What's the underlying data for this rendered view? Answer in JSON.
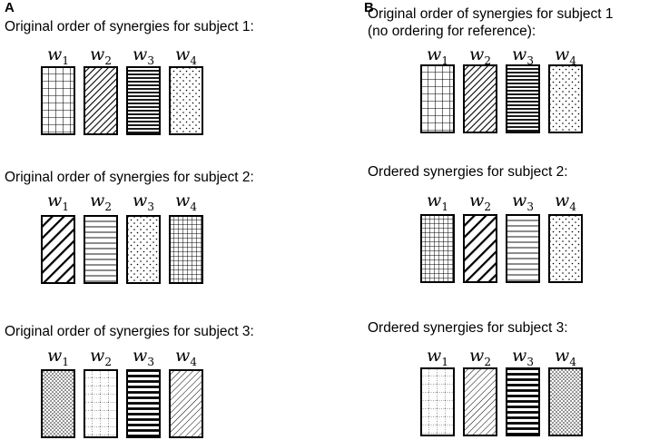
{
  "panels": [
    {
      "letter": "A",
      "groups": [
        {
          "caption": "Original order of synergies for subject 1:",
          "bars": [
            {
              "label": "w",
              "sub": "1",
              "pattern": "grid"
            },
            {
              "label": "w",
              "sub": "2",
              "pattern": "diagonal-dense"
            },
            {
              "label": "w",
              "sub": "3",
              "pattern": "horizontal-dense"
            },
            {
              "label": "w",
              "sub": "4",
              "pattern": "dots-sparse"
            }
          ]
        },
        {
          "caption": "Original order of synergies for subject 2:",
          "bars": [
            {
              "label": "w",
              "sub": "1",
              "pattern": "diagonal-thick"
            },
            {
              "label": "w",
              "sub": "2",
              "pattern": "horizontal-thin"
            },
            {
              "label": "w",
              "sub": "3",
              "pattern": "dots-sparse"
            },
            {
              "label": "w",
              "sub": "4",
              "pattern": "grid-fine"
            }
          ]
        },
        {
          "caption": "Original order of synergies for subject 3:",
          "bars": [
            {
              "label": "w",
              "sub": "1",
              "pattern": "dots-dense"
            },
            {
              "label": "w",
              "sub": "2",
              "pattern": "dotted-grid"
            },
            {
              "label": "w",
              "sub": "3",
              "pattern": "horizontal-thick"
            },
            {
              "label": "w",
              "sub": "4",
              "pattern": "diagonal-thin"
            }
          ]
        }
      ]
    },
    {
      "letter": "B",
      "groups": [
        {
          "caption": "Original order of synergies for subject 1\n(no ordering for reference):",
          "bars": [
            {
              "label": "w",
              "sub": "1",
              "pattern": "grid"
            },
            {
              "label": "w",
              "sub": "2",
              "pattern": "diagonal-dense"
            },
            {
              "label": "w",
              "sub": "3",
              "pattern": "horizontal-dense"
            },
            {
              "label": "w",
              "sub": "4",
              "pattern": "dots-sparse"
            }
          ]
        },
        {
          "caption": "Ordered synergies for subject 2:",
          "bars": [
            {
              "label": "w",
              "sub": "1",
              "pattern": "grid-fine"
            },
            {
              "label": "w",
              "sub": "2",
              "pattern": "diagonal-thick"
            },
            {
              "label": "w",
              "sub": "3",
              "pattern": "horizontal-thin"
            },
            {
              "label": "w",
              "sub": "4",
              "pattern": "dots-sparse"
            }
          ]
        },
        {
          "caption": "Ordered synergies for subject 3:",
          "bars": [
            {
              "label": "w",
              "sub": "1",
              "pattern": "dotted-grid"
            },
            {
              "label": "w",
              "sub": "2",
              "pattern": "diagonal-thin"
            },
            {
              "label": "w",
              "sub": "3",
              "pattern": "horizontal-thick"
            },
            {
              "label": "w",
              "sub": "4",
              "pattern": "dots-dense"
            }
          ]
        }
      ]
    }
  ]
}
